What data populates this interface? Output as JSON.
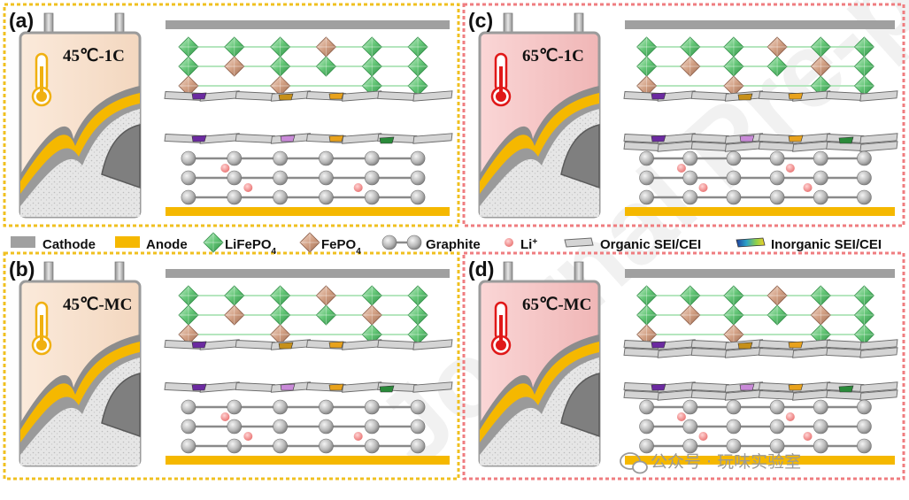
{
  "panels": [
    {
      "id": "a",
      "label": "(a)",
      "condition": "45℃-1C",
      "theme": "warm",
      "layers": [
        7,
        7
      ],
      "fepo4_count": 4,
      "sei_layers_cathode": 1,
      "sei_layers_anode": 1,
      "li_count": 3
    },
    {
      "id": "b",
      "label": "(b)",
      "condition": "45℃-MC",
      "theme": "warm",
      "layers": [
        7,
        7
      ],
      "fepo4_count": 5,
      "sei_layers_cathode": 1,
      "sei_layers_anode": 1,
      "li_count": 3
    },
    {
      "id": "c",
      "label": "(c)",
      "condition": "65℃-1C",
      "theme": "hot",
      "layers": [
        7,
        7
      ],
      "fepo4_count": 5,
      "sei_layers_cathode": 1,
      "sei_layers_anode": 2,
      "li_count": 4
    },
    {
      "id": "d",
      "label": "(d)",
      "condition": "65℃-MC",
      "theme": "hot",
      "layers": [
        7,
        7
      ],
      "fepo4_count": 5,
      "sei_layers_cathode": 2,
      "sei_layers_anode": 2,
      "li_count": 4
    }
  ],
  "legend": {
    "cathode": "Cathode",
    "anode": "Anode",
    "lifepo4": "LiFePO",
    "lifepo4_sub": "4",
    "fepo4": "FePO",
    "fepo4_sub": "4",
    "graphite": "Graphite",
    "li": "Li",
    "li_sup": "+",
    "organic": "Organic SEI/CEI",
    "inorganic": "Inorganic SEI/CEI"
  },
  "colors": {
    "warm_border": "#f0c020",
    "hot_border": "#ef7d80",
    "warm_cell": "#f8e3cf",
    "hot_cell": "#f6c8c8",
    "warm_thermo": "#f0b010",
    "hot_thermo": "#e01818",
    "cathode": "#a0a0a0",
    "anode": "#f5b800",
    "lifepo4": "#5cc070",
    "fepo4": "#d3a48c",
    "li": "#f08a8a"
  },
  "watermark": "公众号 · 玩味实验室",
  "background_watermark": "Journal Pre-proof"
}
